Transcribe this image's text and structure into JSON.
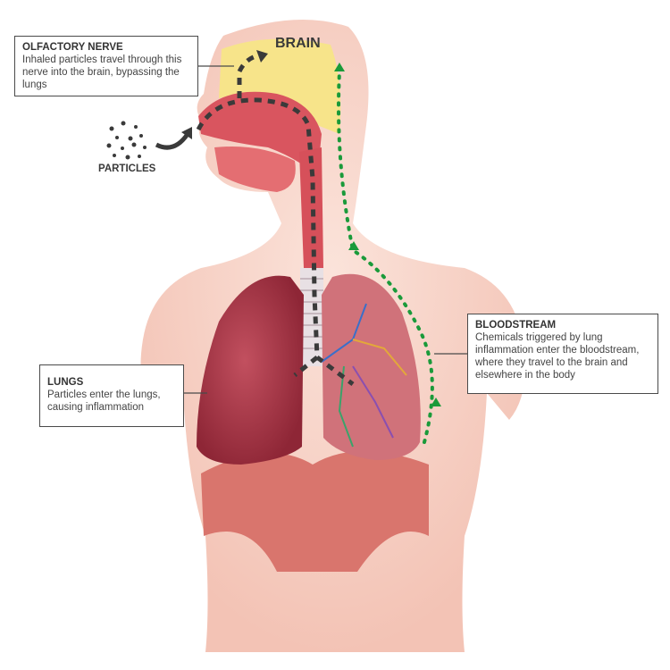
{
  "labels": {
    "brain": "BRAIN",
    "particles": "PARTICLES"
  },
  "callouts": {
    "olfactory": {
      "title": "OLFACTORY NERVE",
      "text": "Inhaled particles travel through this nerve into the brain, bypassing the lungs"
    },
    "bloodstream": {
      "title": "BLOODSTREAM",
      "text": "Chemicals triggered by lung inflammation enter the bloodstream, where they travel to the brain and elsewhere in the body"
    },
    "lungs": {
      "title": "LUNGS",
      "text": "Particles enter the lungs, causing inflammation"
    }
  },
  "colors": {
    "particle_path": "#3a3a3a",
    "blood_path": "#1a9a3a",
    "tissue": "#c94a55",
    "skin": "#f6d3c8"
  }
}
